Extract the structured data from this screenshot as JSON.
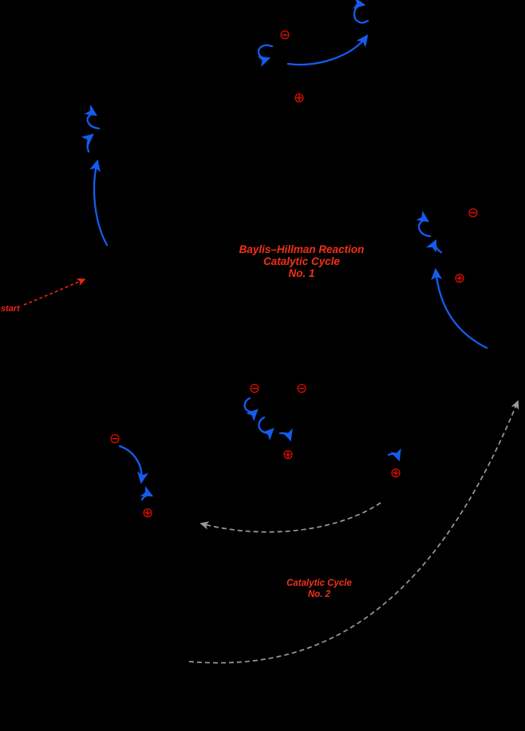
{
  "scheme": {
    "title": {
      "line1": "Baylis–Hillman Reaction",
      "line2": "Catalytic Cycle",
      "line3": "No. 1"
    },
    "cycle2_label": {
      "line1": "Catalytic Cycle",
      "line2": "No. 2"
    },
    "start_label": "start",
    "glyphs": {
      "plus_charge": "⊕",
      "minus_charge": "⊖"
    },
    "colors": {
      "background": "#000000",
      "arrow_blue": "#155cee",
      "label_red": "#f43018",
      "charge_red": "#e90e00",
      "start_red": "#ee2412",
      "dashed_gray": "#999999"
    }
  }
}
